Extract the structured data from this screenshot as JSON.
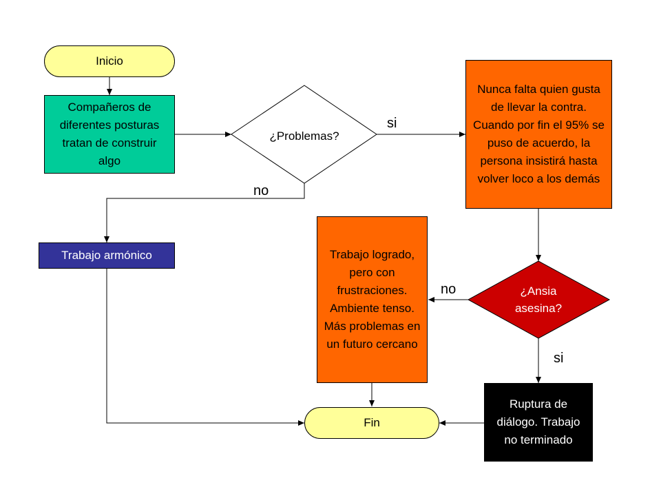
{
  "flowchart": {
    "nodes": {
      "start": {
        "text": "Inicio",
        "fill": "#FFFF99"
      },
      "step1": {
        "text": "Compañeros de diferentes posturas tratan de construir algo",
        "fill": "#00CC99"
      },
      "decision1": {
        "text": "¿Problemas?",
        "fill": "#FFFFFF"
      },
      "contrarian": {
        "text": "Nunca falta quien gusta de llevar la contra. Cuando por fin el 95% se puso de acuerdo, la persona insistirá hasta volver loco a los demás",
        "fill": "#FF6600"
      },
      "harmonic": {
        "text": "Trabajo armónico",
        "fill": "#333399"
      },
      "decision2": {
        "text": "¿Ansia asesina?",
        "fill": "#CC0000"
      },
      "frustrated": {
        "text": "Trabajo logrado, pero con frustraciones. Ambiente tenso. Más problemas en un futuro cercano",
        "fill": "#FF6600"
      },
      "rupture": {
        "text": "Ruptura de diálogo. Trabajo no terminado",
        "fill": "#000000"
      },
      "end": {
        "text": "Fin",
        "fill": "#FFFF99"
      }
    },
    "edge_labels": {
      "problems_yes": "si",
      "problems_no": "no",
      "ansia_no": "no",
      "ansia_yes": "si"
    }
  }
}
